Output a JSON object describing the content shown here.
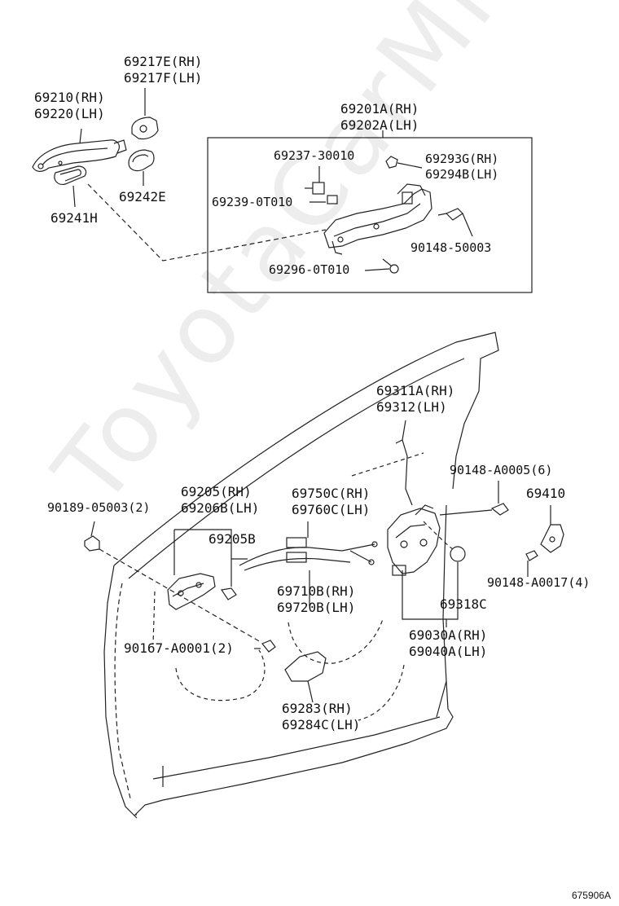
{
  "labels": {
    "p69217": [
      "69217E(RH)",
      "69217F(LH)"
    ],
    "p69210": [
      "69210(RH)",
      "69220(LH)"
    ],
    "p69242": "69242E",
    "p69241": "69241H",
    "p69201": [
      "69201A(RH)",
      "69202A(LH)"
    ],
    "p69237": "69237-30010",
    "p69293": [
      "69293G(RH)",
      "69294B(LH)"
    ],
    "p69239": "69239-0T010",
    "p90148_50003": "90148-50003",
    "p69296": "69296-0T010",
    "p69311": [
      "69311A(RH)",
      "69312(LH)"
    ],
    "p90148_a0005": "90148-A0005(6)",
    "p69410": "69410",
    "p90189": "90189-05003(2)",
    "p69205": [
      "69205(RH)",
      "69206B(LH)"
    ],
    "p69750": [
      "69750C(RH)",
      "69760C(LH)"
    ],
    "p69205b": "69205B",
    "p90148_a0017": "90148-A0017(4)",
    "p69710": [
      "69710B(RH)",
      "69720B(LH)"
    ],
    "p69318": "69318C",
    "p69030": [
      "69030A(RH)",
      "69040A(LH)"
    ],
    "p90167": "90167-A0001(2)",
    "p69283": [
      "69283(RH)",
      "69284C(LH)"
    ]
  },
  "watermark": "ToyotaCarMine.ru",
  "diagram_code": "675906A"
}
